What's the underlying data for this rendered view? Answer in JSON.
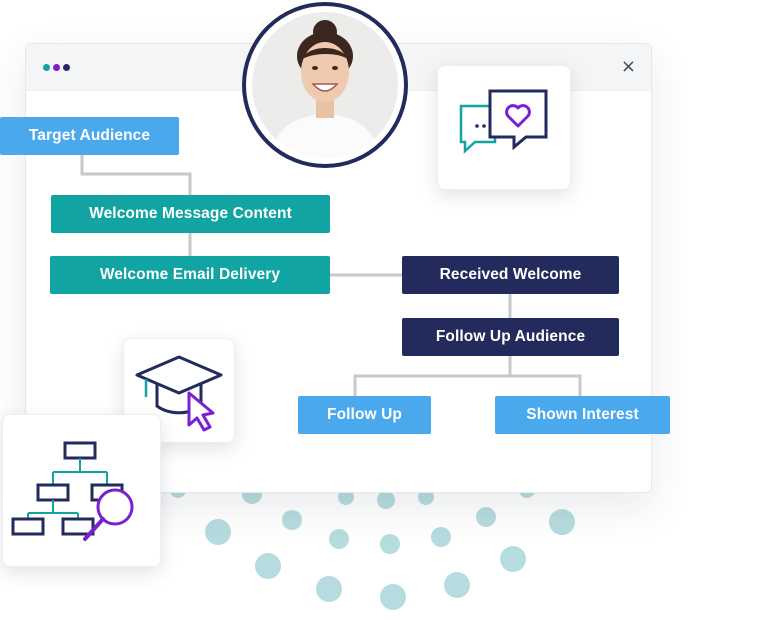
{
  "window": {
    "dot_colors": [
      "#12a4a2",
      "#7a1fd1",
      "#232a5c"
    ],
    "close_glyph": "×"
  },
  "flow": {
    "target_audience": "Target Audience",
    "welcome_message_content": "Welcome Message Content",
    "welcome_email_delivery": "Welcome Email Delivery",
    "received_welcome": "Received Welcome",
    "follow_up_audience": "Follow Up Audience",
    "follow_up": "Follow Up",
    "shown_interest": "Shown Interest"
  },
  "icons": {
    "avatar": "woman-portrait-avatar",
    "chat": "chat-bubbles-heart-icon",
    "graduation": "graduation-cap-cursor-icon",
    "sitemap": "sitemap-search-icon"
  },
  "colors": {
    "light_blue": "#4aa8ec",
    "teal": "#12a4a2",
    "navy": "#232a5c",
    "purple": "#7a1fd1",
    "dot_teal": "#b6dcdf"
  }
}
